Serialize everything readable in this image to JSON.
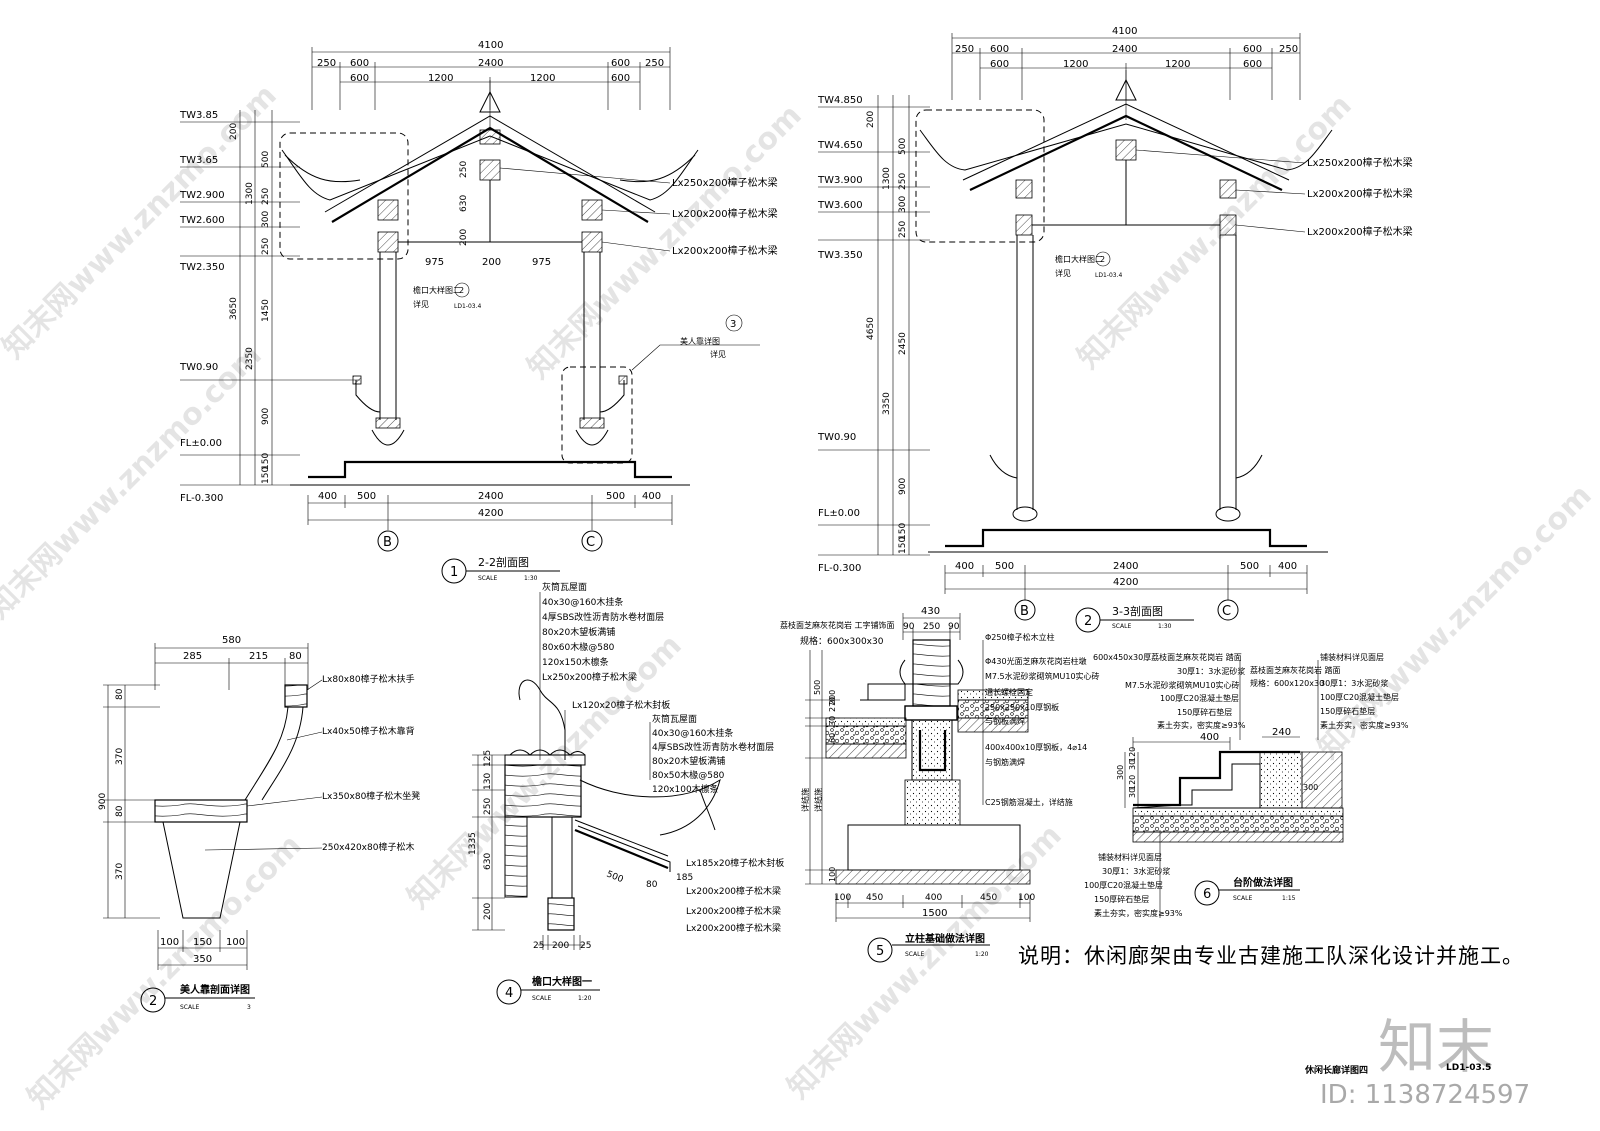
{
  "sheet": {
    "note": "说明：休闲廊架由专业古建施工队深化设计并施工。",
    "drawing_title": "休闲长廊详图四",
    "drawing_number": "LD1-03.5",
    "logo": "知末",
    "id_text": "ID: 1138724597",
    "watermark": "知末网www.znzmo.com"
  },
  "section1": {
    "number": "1",
    "title": "2-2剖面图",
    "scale_label": "SCALE",
    "scale": "1:30",
    "dims_top_row1": [
      "250",
      "600",
      "2400",
      "600",
      "250"
    ],
    "dims_top_row2": [
      "600",
      "1200",
      "1200",
      "600"
    ],
    "dim_total_top": "4100",
    "elevations": [
      "TW3.85",
      "TW3.65",
      "TW2.900",
      "TW2.600",
      "TW2.350",
      "TW0.90",
      "FL±0.00",
      "FL-0.300"
    ],
    "dims_left_a": [
      "200",
      "500",
      "250",
      "300",
      "250",
      "1450",
      "900",
      "150",
      "150"
    ],
    "dims_left_b": [
      "1300",
      "2350"
    ],
    "dim_left_total": "3650",
    "dims_inner": [
      "250",
      "630",
      "200"
    ],
    "dims_mid": [
      "975",
      "200",
      "975"
    ],
    "dims_bottom_row1": [
      "400",
      "500",
      "2400",
      "500",
      "400"
    ],
    "dim_bottom_total": "4200",
    "axes": [
      "B",
      "C"
    ],
    "labels": [
      "Lx250x200樟子松木梁",
      "Lx200x200樟子松木梁",
      "Lx200x200樟子松木梁"
    ],
    "callout_eave": "檐口大样图二",
    "callout_eave_ref": "LD1-03.4",
    "callout_eave_no": "2",
    "callout_eave_see": "详见",
    "callout_seat": "美人靠详图",
    "callout_seat_no": "3",
    "callout_seat_see": "详见"
  },
  "section2": {
    "number": "2",
    "title": "3-3剖面图",
    "scale_label": "SCALE",
    "scale": "1:30",
    "dims_top_row1": [
      "250",
      "600",
      "2400",
      "600",
      "250"
    ],
    "dims_top_row2": [
      "600",
      "1200",
      "1200",
      "600"
    ],
    "dim_total_top": "4100",
    "elevations": [
      "TW4.850",
      "TW4.650",
      "TW3.900",
      "TW3.600",
      "TW3.350",
      "TW0.90",
      "FL±0.00",
      "FL-0.300"
    ],
    "dims_left_a": [
      "200",
      "500",
      "250",
      "300",
      "250",
      "2450",
      "900",
      "150",
      "150"
    ],
    "dims_left_b": [
      "1300",
      "3350"
    ],
    "dim_left_total": "4650",
    "dims_bottom_row1": [
      "400",
      "500",
      "2400",
      "500",
      "400"
    ],
    "dim_bottom_total": "4200",
    "axes": [
      "B",
      "C"
    ],
    "labels": [
      "Lx250x200樟子松木梁",
      "Lx200x200樟子松木梁",
      "Lx200x200樟子松木梁"
    ],
    "callout_eave": "檐口大样图二",
    "callout_eave_ref": "LD1-03.4",
    "callout_eave_no": "2",
    "callout_eave_see": "详见"
  },
  "detail2": {
    "number": "2",
    "title": "美人靠剖面详图",
    "scale_label": "SCALE",
    "scale": "3",
    "dims_top": [
      "285",
      "215",
      "80"
    ],
    "dim_top_total": "580",
    "dims_left": [
      "80",
      "370",
      "80",
      "370"
    ],
    "dim_left_total": "900",
    "dims_bottom": [
      "100",
      "150",
      "100"
    ],
    "dim_bottom_total": "350",
    "labels": [
      "Lx80x80樟子松木扶手",
      "Lx40x50樟子松木靠背",
      "Lx350x80樟子松木坐凳",
      "250x420x80樟子松木"
    ]
  },
  "detail4": {
    "number": "4",
    "title": "檐口大样图一",
    "scale_label": "SCALE",
    "scale": "1:20",
    "layers_a": [
      "灰筒瓦屋面",
      "40x30@160木挂条",
      "4厚SBS改性沥青防水卷材面层",
      "80x20木望板满铺",
      "80x60木椽@580",
      "120x150木檩条",
      "Lx250x200樟子松木梁"
    ],
    "label_board": "Lx120x20樟子松木封板",
    "layers_b": [
      "灰筒瓦屋面",
      "40x30@160木挂条",
      "4厚SBS改性沥青防水卷材面层",
      "80x20木望板满铺",
      "80x50木椽@580",
      "120x100木檩条"
    ],
    "labels_right": [
      "Lx185x20樟子松木封板",
      "Lx200x200樟子松木梁",
      "Lx200x200樟子松木梁",
      "Lx200x200樟子松木梁"
    ],
    "dims_left": [
      "125",
      "130",
      "250",
      "630",
      "200"
    ],
    "dim_left_total": "1335",
    "dims_bottom": [
      "25",
      "200",
      "25"
    ],
    "dims_slope": [
      "500",
      "80",
      "185"
    ]
  },
  "detail5": {
    "number": "5",
    "title": "立柱基础做法详图",
    "scale_label": "SCALE",
    "scale": "1:20",
    "dims_top": [
      "90",
      "250",
      "90"
    ],
    "dim_top_total": "430",
    "labels_left": [
      "荔枝面芝麻灰花岗岩 工字铺饰面",
      "规格：600x300x30"
    ],
    "labels_right": [
      "Φ250樟子松木立柱",
      "Φ430光面芝麻灰花岗岩柱墩",
      "M7.5水泥砂浆砌筑MU10实心砖",
      "通长螺栓固定",
      "250x250x10厚钢板",
      "与钢板满焊",
      "400x400x10厚钢板，4⌀14",
      "与钢筋满焊",
      "C25钢筋混凝土，详结施"
    ],
    "dims_left": [
      "500",
      "270",
      "30",
      "200",
      "60",
      "100"
    ],
    "label_vertical_a": "详结施",
    "label_vertical_b": "详结施",
    "dims_bottom": [
      "100",
      "450",
      "400",
      "450",
      "100"
    ],
    "dim_bottom_total": "1500"
  },
  "detail6": {
    "number": "6",
    "title": "台阶做法详图",
    "scale_label": "SCALE",
    "scale": "1:15",
    "labels_top_left": [
      "600x450x30厚荔枝面芝麻灰花岗岩 踏面",
      "30厚1：3水泥砂浆",
      "M7.5水泥砂浆砌筑MU10实心砖",
      "100厚C20混凝土垫层",
      "150厚碎石垫层",
      "素土夯实，密实度≥93%"
    ],
    "labels_top_right": [
      "铺装材料详见面层",
      "荔枝面芝麻灰花岗岩 踏面",
      "规格：600x120x30",
      "30厚1：3水泥砂浆",
      "100厚C20混凝土垫层",
      "150厚碎石垫层",
      "素土夯实，密实度≥93%"
    ],
    "labels_bottom": [
      "铺装材料详见面层",
      "30厚1：3水泥砂浆",
      "100厚C20混凝土垫层",
      "150厚碎石垫层",
      "素土夯实，密实度≥93%"
    ],
    "dims": [
      "400",
      "240",
      "300",
      "120",
      "30",
      "120",
      "30",
      "300"
    ]
  }
}
